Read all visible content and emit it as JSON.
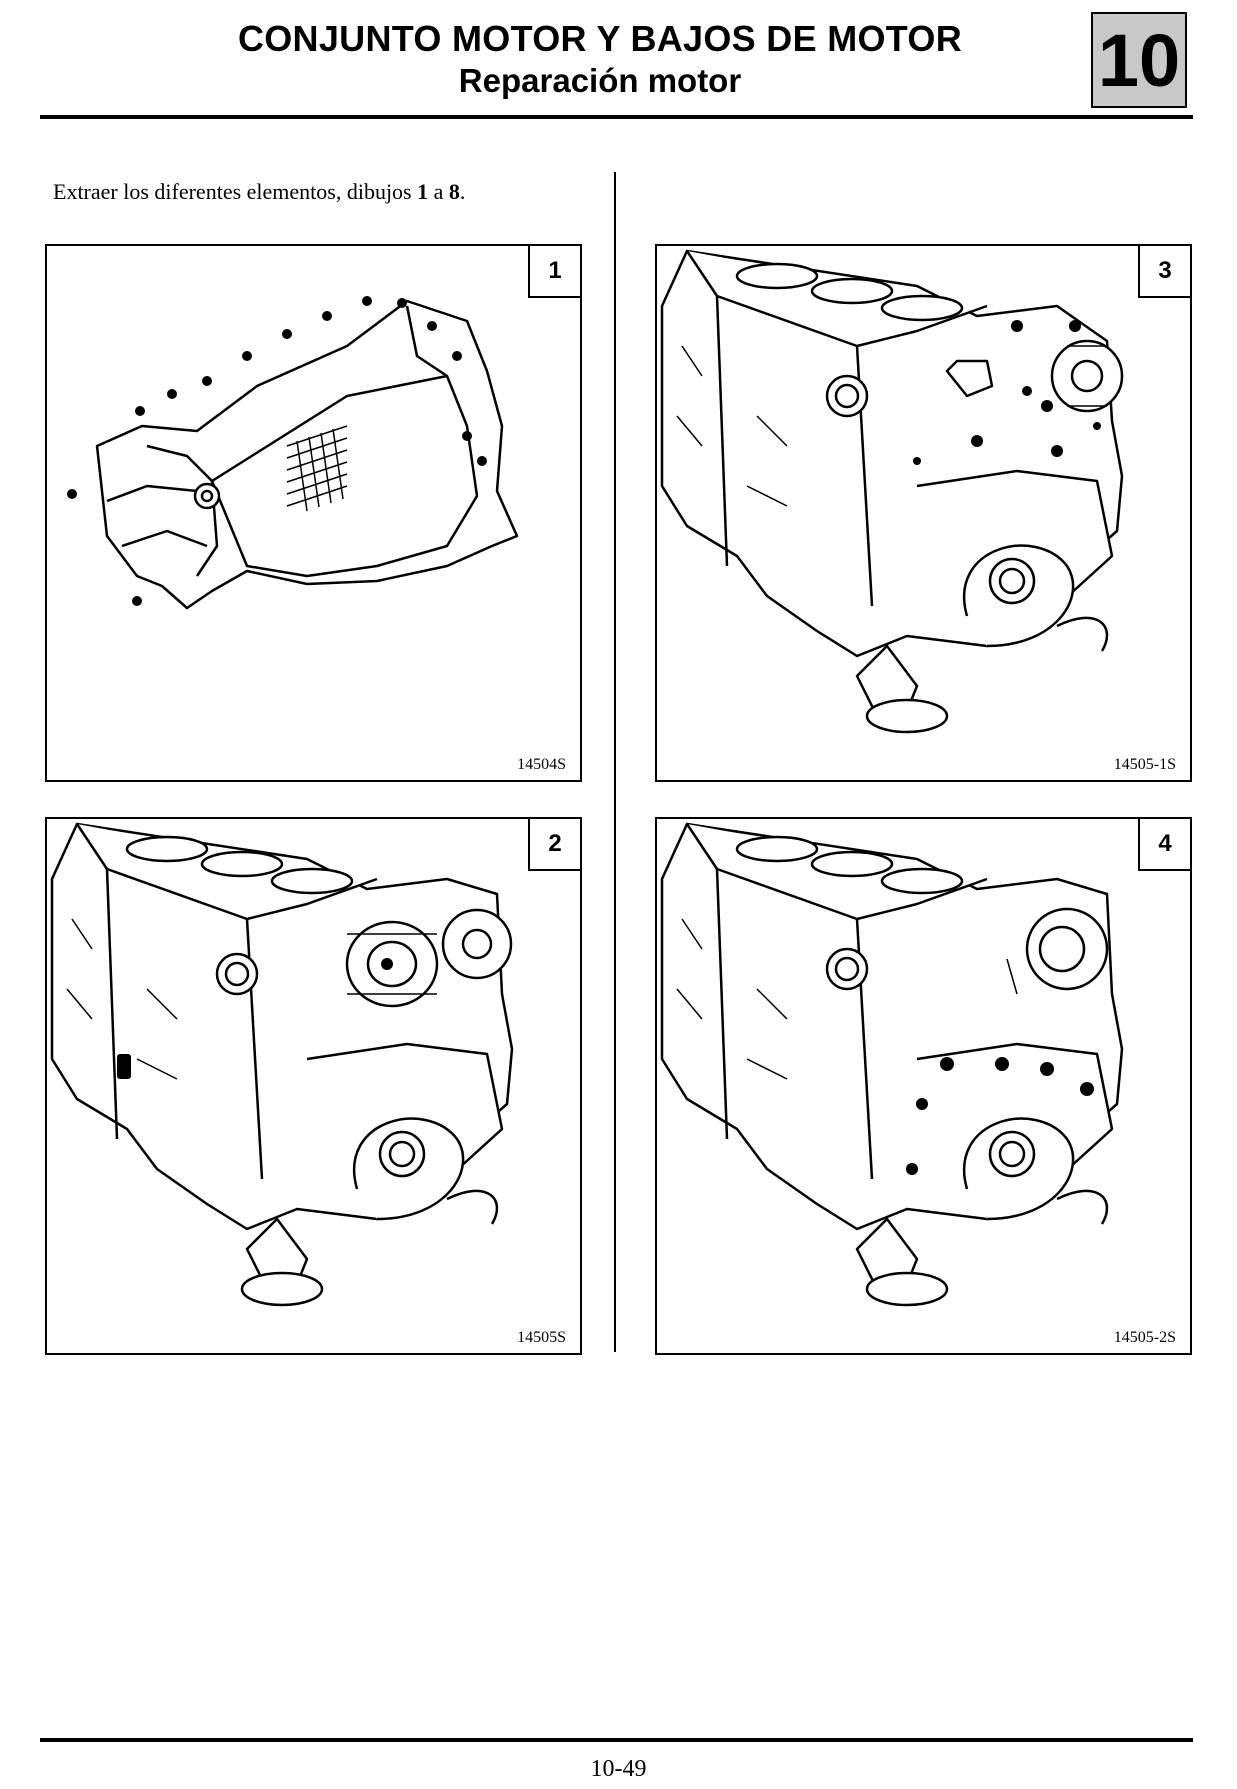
{
  "header": {
    "title": "CONJUNTO MOTOR Y BAJOS DE MOTOR",
    "subtitle": "Reparación motor",
    "chapter": "10"
  },
  "instruction": {
    "prefix": "Extraer los diferentes elementos, dibujos ",
    "bold_1": "1",
    "middle": " a ",
    "bold_2": "8",
    "suffix": "."
  },
  "figures": [
    {
      "number": "1",
      "ref": "14504S"
    },
    {
      "number": "3",
      "ref": "14505-1S"
    },
    {
      "number": "2",
      "ref": "14505S"
    },
    {
      "number": "4",
      "ref": "14505-2S"
    }
  ],
  "footer": {
    "page": "10-49"
  }
}
